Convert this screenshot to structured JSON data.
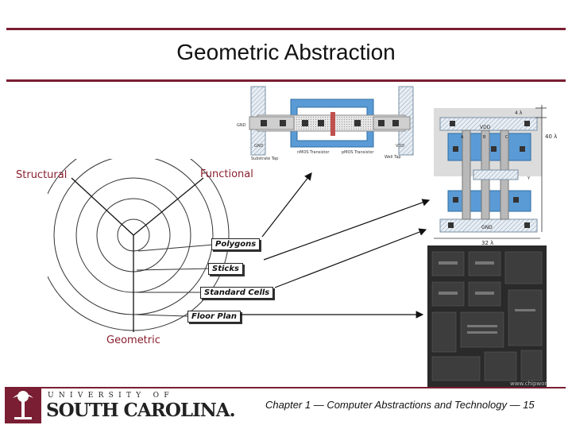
{
  "slide": {
    "title": "Geometric Abstraction",
    "footer": "Chapter 1 — Computer Abstractions and Technology — 15"
  },
  "diagram": {
    "axis_structural": "Structural",
    "axis_functional": "Functional",
    "axis_geometric": "Geometric",
    "levels": [
      "Polygons",
      "Sticks",
      "Standard Cells",
      "Floor Plan"
    ]
  },
  "layout_figure": {
    "labels": [
      "GND",
      "VDD",
      "nMOS Transistor",
      "pMOS Transistor",
      "Substrate Tap",
      "Well Tap"
    ],
    "cell_labels": [
      "VDD",
      "GND",
      "A",
      "B",
      "C",
      "Y"
    ],
    "dimensions": [
      "4 λ",
      "40 λ",
      "32 λ"
    ]
  },
  "die_photo": {
    "watermark": "www.chipworks"
  },
  "logo": {
    "line1": "UNIVERSITY OF",
    "line2": "SOUTH CAROLINA."
  },
  "colors": {
    "rule": "#7a1e33",
    "label": "#8a1f2e"
  }
}
